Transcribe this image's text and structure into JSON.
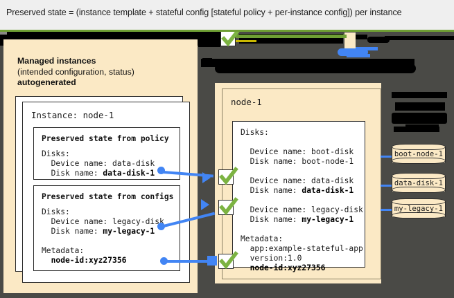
{
  "caption": {
    "text": "Preserved state = (instance template + stateful config [stateful policy + per-instance config]) per instance"
  },
  "colors": {
    "cream": "#fbe9c5",
    "dark_bg": "#4a4a46",
    "green_rule": "#6f9f34",
    "check_green": "#7cb342",
    "connector_blue": "#4285f4",
    "caption_bg": "#efefef",
    "card_white": "#ffffff",
    "outline": "#2b2b2b"
  },
  "left_panel": {
    "title_line1": "Managed instances",
    "title_line2": "(intended configuration, status)",
    "title_line3": "autogenerated",
    "instance_card": {
      "title": "Instance: node-1",
      "policy_box": {
        "heading": "Preserved state from policy",
        "line1": "Disks:",
        "line2": "  Device name: data-disk",
        "line3_label": "  Disk name: ",
        "line3_value": "data-disk-1"
      },
      "configs_box": {
        "heading": "Preserved state from configs",
        "line1": "Disks:",
        "line2": "  Device name: legacy-disk",
        "line3_label": "  Disk name: ",
        "line3_value": "my-legacy-1",
        "line4": "Metadata:",
        "line5_value": "  node-id:xyz27356"
      }
    }
  },
  "right_panel": {
    "node_title": "node-1",
    "disks": {
      "heading": "Disks:",
      "boot": {
        "device": "  Device name: boot-disk",
        "disk": "  Disk name: boot-node-1"
      },
      "data": {
        "device": "  Device name: data-disk",
        "disk_label": "  Disk name: ",
        "disk_value": "data-disk-1"
      },
      "legacy": {
        "device": "  Device name: legacy-disk",
        "disk_label": "  Disk name: ",
        "disk_value": "my-legacy-1"
      },
      "metadata": {
        "heading": "Metadata:",
        "app": "  app:example-stateful-app",
        "version": "  version:1.0",
        "node_id": "  node-id:xyz27356"
      }
    }
  },
  "cylinders": [
    {
      "label": "boot-node-1"
    },
    {
      "label": "data-disk-1"
    },
    {
      "label": "my-legacy-1"
    }
  ],
  "checkmarks": {
    "icon_name": "green-check-icon",
    "count": 4
  }
}
